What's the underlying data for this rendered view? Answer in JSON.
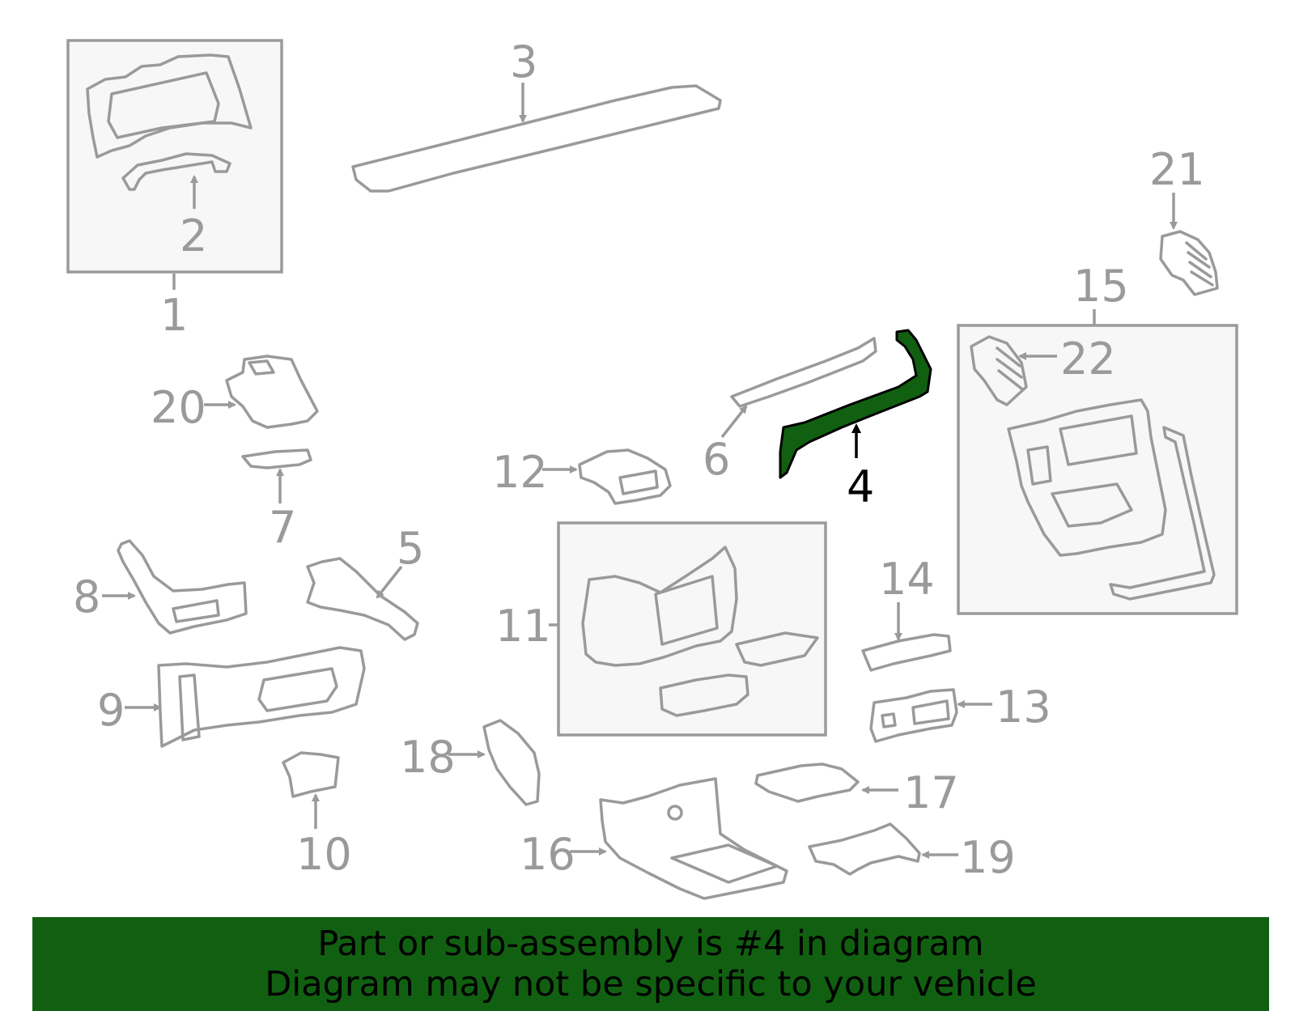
{
  "colors": {
    "highlight": "#116011",
    "line": "#9a9a9a",
    "highlight_text": "#000000"
  },
  "callouts": {
    "c1": "1",
    "c2": "2",
    "c3": "3",
    "c4": "4",
    "c5": "5",
    "c6": "6",
    "c7": "7",
    "c8": "8",
    "c9": "9",
    "c10": "10",
    "c11": "11",
    "c12": "12",
    "c13": "13",
    "c14": "14",
    "c15": "15",
    "c16": "16",
    "c17": "17",
    "c18": "18",
    "c19": "19",
    "c20": "20",
    "c21": "21",
    "c22": "22"
  },
  "banner": {
    "line1": "Part or sub-assembly is #4 in diagram",
    "line2": "Diagram may not be specific to your vehicle"
  }
}
